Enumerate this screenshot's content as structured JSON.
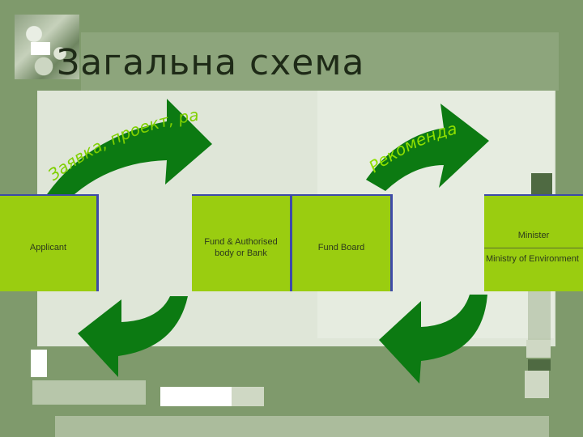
{
  "title": "Загальна схема",
  "flow": {
    "top_left_arrow_label": "Заявка, проект, рахунки",
    "top_right_arrow_label": "Рекомендація"
  },
  "nodes": {
    "applicant": "Applicant",
    "fund": "Fund & Authorised body or Bank",
    "fund_board": "Fund Board",
    "minister": "Minister",
    "ministry": "Ministry of Environment"
  },
  "colors": {
    "background": "#7f9a6c",
    "box_fill": "#9acd10",
    "box_border": "#3d4aa8",
    "arrow": "#0c7a12"
  }
}
